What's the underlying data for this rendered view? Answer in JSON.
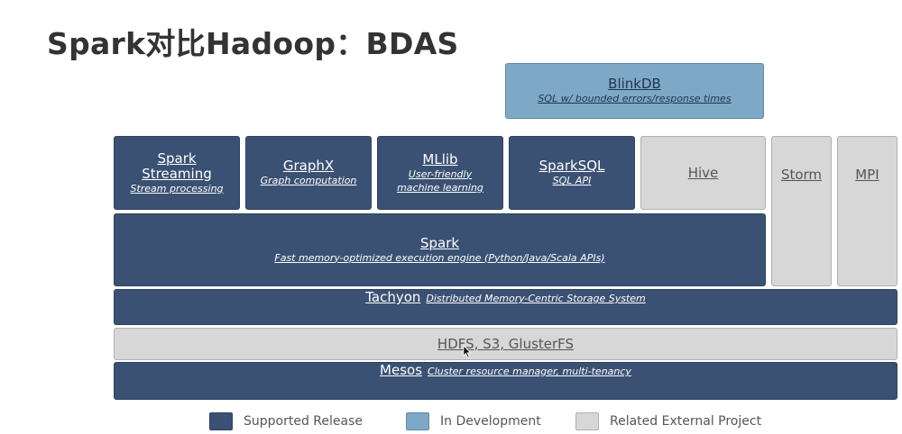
{
  "title": "Spark对比Hadoop：BDAS",
  "colors": {
    "supported": "#3b5173",
    "in_development": "#7ea9c6",
    "external": "#d7d7d7"
  },
  "blinkdb": {
    "name": "BlinkDB",
    "desc": "SQL w/ bounded errors/response times"
  },
  "spark_streaming": {
    "name_line1": "Spark",
    "name_line2": "Streaming",
    "desc": "Stream processing"
  },
  "graphx": {
    "name": "GraphX",
    "desc": "Graph computation"
  },
  "mllib": {
    "name": "MLlib",
    "desc_line1": "User-friendly",
    "desc_line2": "machine learning"
  },
  "sparksql": {
    "name": "SparkSQL",
    "desc": "SQL API"
  },
  "hive": {
    "name": "Hive"
  },
  "storm": {
    "name": "Storm"
  },
  "mpi": {
    "name": "MPI"
  },
  "spark": {
    "name": "Spark",
    "desc": "Fast memory-optimized execution engine (Python/Java/Scala APIs)"
  },
  "tachyon": {
    "name": "Tachyon",
    "desc": "Distributed Memory-Centric Storage System"
  },
  "storage": {
    "name": "HDFS, S3, GlusterFS"
  },
  "mesos": {
    "name": "Mesos",
    "desc": "Cluster resource manager, multi-tenancy"
  },
  "legend": [
    {
      "label": "Supported Release"
    },
    {
      "label": "In Development"
    },
    {
      "label": "Related External Project"
    }
  ]
}
